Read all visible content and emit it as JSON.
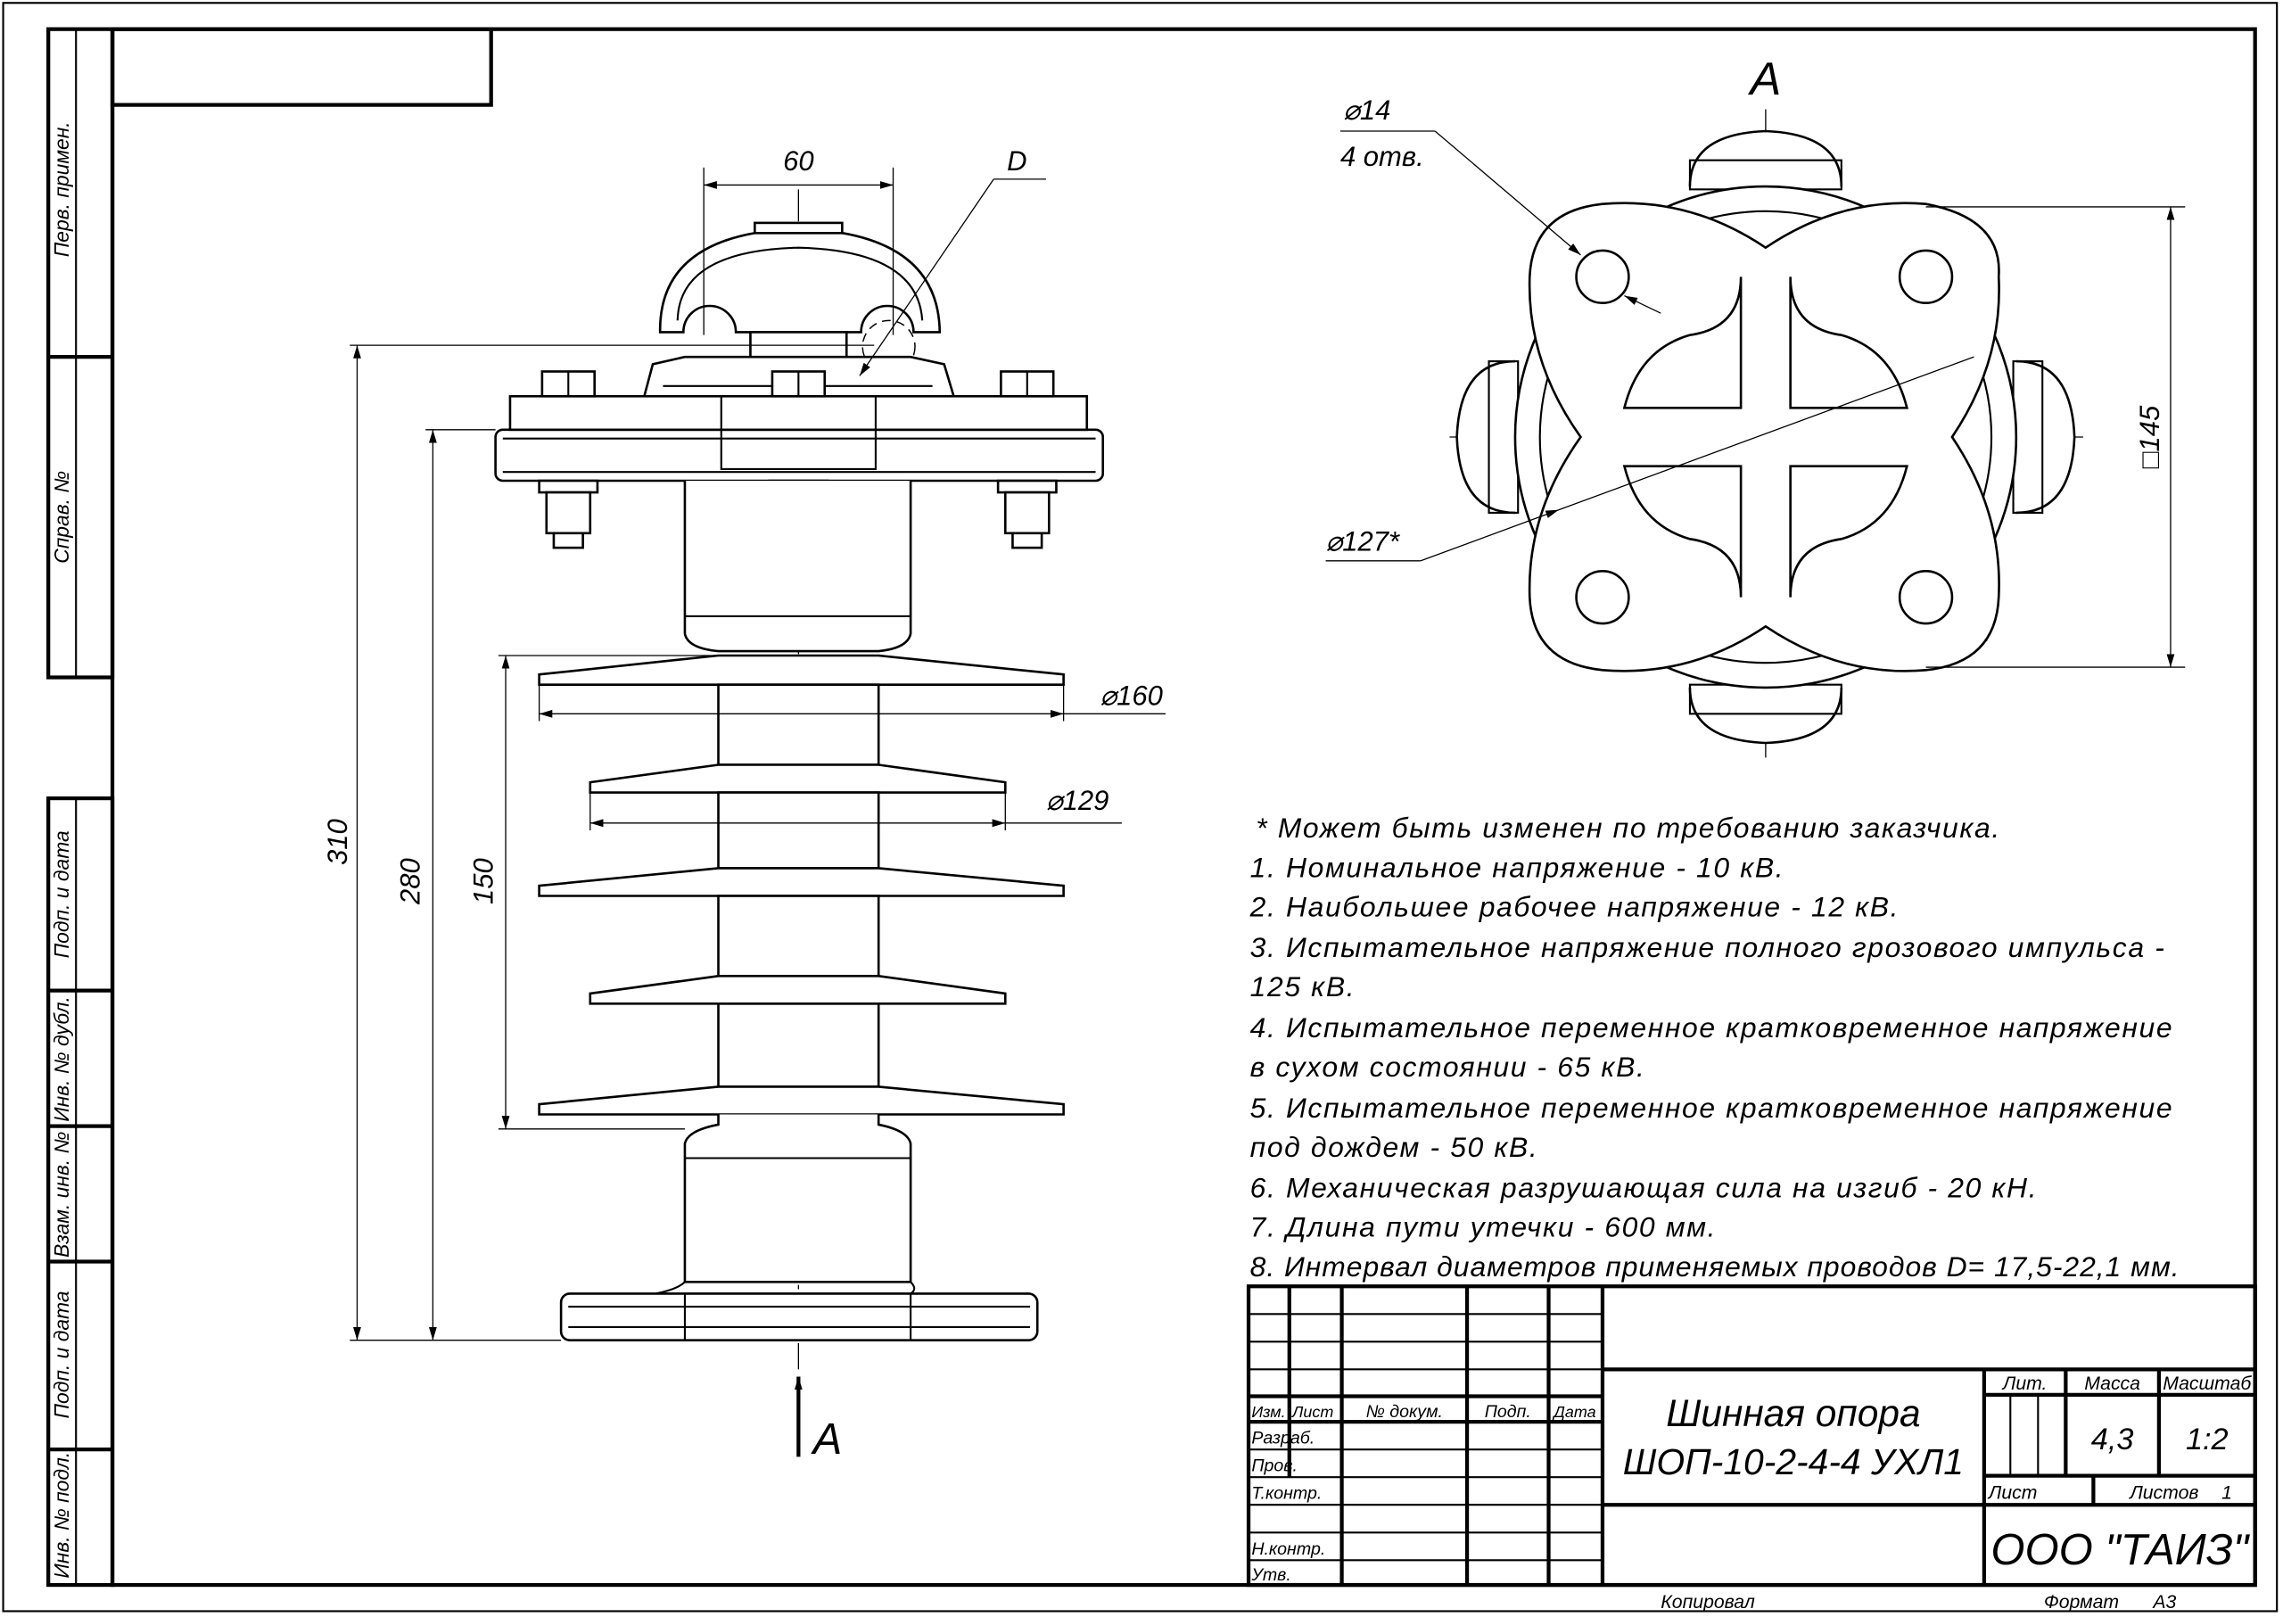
{
  "side_stamp": {
    "perv_primen": "Перв. примен.",
    "sprav_no": "Справ. №",
    "podp_data_1": "Подп. и дата",
    "inv_dubl": "Инв. № дубл.",
    "vzam_inv": "Взам. инв. №",
    "podp_data_2": "Подп. и дата",
    "inv_podl": "Инв. № подл."
  },
  "main_view": {
    "dim_60": "60",
    "dim_d": "D",
    "dim_160": "⌀160",
    "dim_129": "⌀129",
    "dim_310": "310",
    "dim_280": "280",
    "dim_150": "150",
    "section_mark": "A"
  },
  "view_a": {
    "label": "A",
    "hole_dia": "⌀14",
    "hole_count": "4 отв.",
    "circle_dia": "⌀127*",
    "square_dim": "□145"
  },
  "notes": [
    "* Может быть изменен по требованию заказчика.",
    "1. Номинальное напряжение - 10 кВ.",
    "2. Наибольшее рабочее напряжение - 12 кВ.",
    "3. Испытательное напряжение полного грозового импульса -",
    "125 кВ.",
    "4. Испытательное переменное кратковременное напряжение",
    "в сухом состоянии - 65 кВ.",
    "5. Испытательное переменное кратковременное напряжение",
    "под дождем - 50 кВ.",
    "6. Механическая разрушающая сила на изгиб - 20 кН.",
    "7. Длина пути утечки - 600 мм.",
    "8. Интервал диаметров применяемых проводов D= 17,5-22,1 мм."
  ],
  "title_block": {
    "headers": {
      "izm": "Изм.",
      "list": "Лист",
      "doc_no": "№ докум.",
      "podp": "Подп.",
      "data": "Дата"
    },
    "roles": {
      "razrab": "Разраб.",
      "prov": "Пров.",
      "tkontr": "Т.контр.",
      "nkontr": "Н.контр.",
      "utv": "Утв."
    },
    "title_line1": "Шинная опора",
    "title_line2": "ШОП-10-2-4-4 УХЛ1",
    "lit_label": "Лит.",
    "mass_label": "Масса",
    "scale_label": "Масштаб",
    "mass": "4,3",
    "scale": "1:2",
    "sheet_label": "Лист",
    "sheets_label": "Листов",
    "sheets": "1",
    "company": "ООО \"ТАИЗ\""
  },
  "footer": {
    "copied": "Копировал",
    "format_label": "Формат",
    "format": "А3"
  }
}
